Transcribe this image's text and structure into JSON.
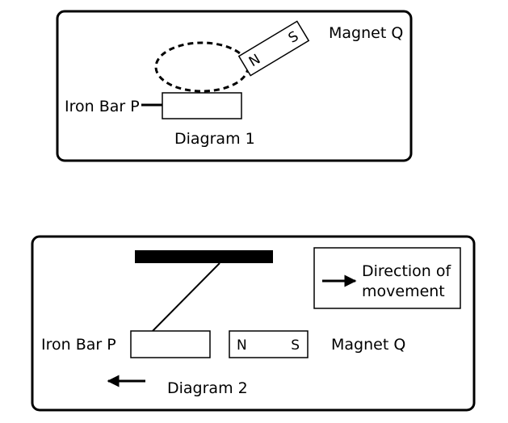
{
  "diagram1": {
    "magnet_label": "Magnet Q",
    "iron_bar_label": "Iron Bar P",
    "caption": "Diagram 1",
    "magnet_pole_near": "N",
    "magnet_pole_far": "S"
  },
  "diagram2": {
    "iron_bar_label": "Iron Bar P",
    "magnet_label": "Magnet Q",
    "caption": "Diagram 2",
    "magnet_pole_left": "N",
    "magnet_pole_right": "S",
    "legend_line1": "Direction of",
    "legend_line2": "movement"
  },
  "colors": {
    "ink": "#000000",
    "background": "#ffffff"
  }
}
